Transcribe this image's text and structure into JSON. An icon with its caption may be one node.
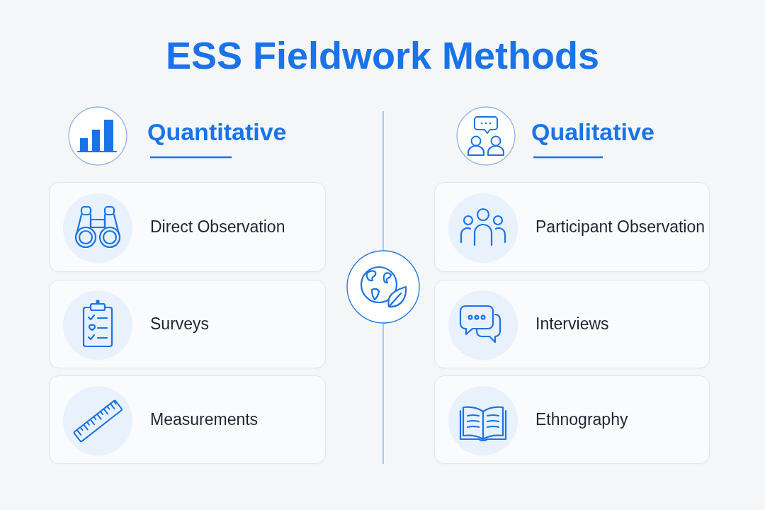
{
  "diagram": {
    "title": "ESS Fieldwork Methods",
    "nodes": [
      {
        "text": [
          "Direct Observation"
        ]
      },
      {
        "text": [
          "Surveys"
        ]
      },
      {
        "text": [
          "Measurements"
        ]
      },
      {
        "text": [
          "Participant Observation"
        ]
      },
      {
        "text": [
          "Interviews"
        ]
      },
      {
        "text": [
          "Ethnography"
        ]
      }
    ],
    "labels": [
      "Quantitative",
      "Qualitative"
    ]
  }
}
